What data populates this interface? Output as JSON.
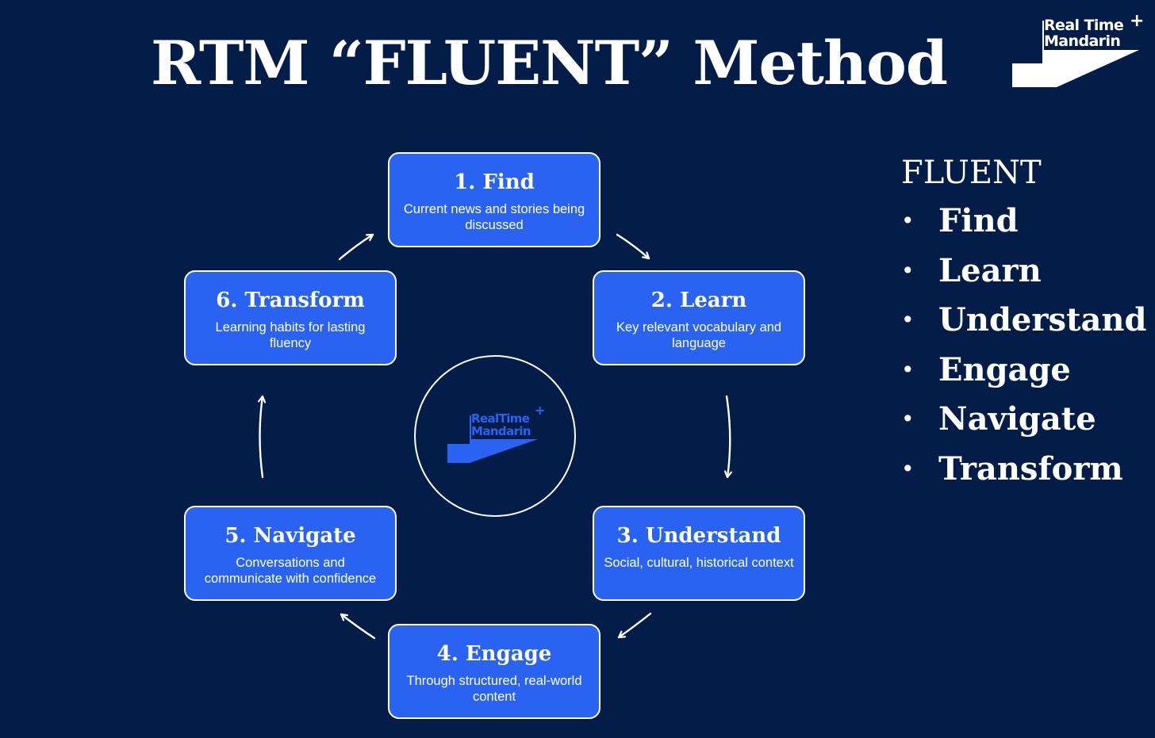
{
  "title": "RTM “FLUENT” Method",
  "logo": {
    "line1": "Real Time",
    "line2": "Mandarin",
    "plus": "+"
  },
  "center_logo": {
    "line1": "RealTime",
    "line2": "Mandarin",
    "plus": "+"
  },
  "steps": [
    {
      "title": "1. Find",
      "desc": "Current news and stories being discussed"
    },
    {
      "title": "2. Learn",
      "desc": "Key relevant vocabulary and language"
    },
    {
      "title": "3. Understand",
      "desc": "Social, cultural, historical context"
    },
    {
      "title": "4. Engage",
      "desc": "Through  structured, real-world content"
    },
    {
      "title": "5. Navigate",
      "desc": "Conversations  and communicate with confidence"
    },
    {
      "title": "6. Transform",
      "desc": "Learning habits for lasting fluency"
    }
  ],
  "list": {
    "heading": "FLUENT",
    "bullet": "•",
    "items": [
      "Find",
      "Learn",
      "Understand",
      "Engage",
      "Navigate",
      "Transform"
    ]
  },
  "colors": {
    "background": "#031d48",
    "accent": "#2a63f2",
    "text": "#ffffff"
  }
}
